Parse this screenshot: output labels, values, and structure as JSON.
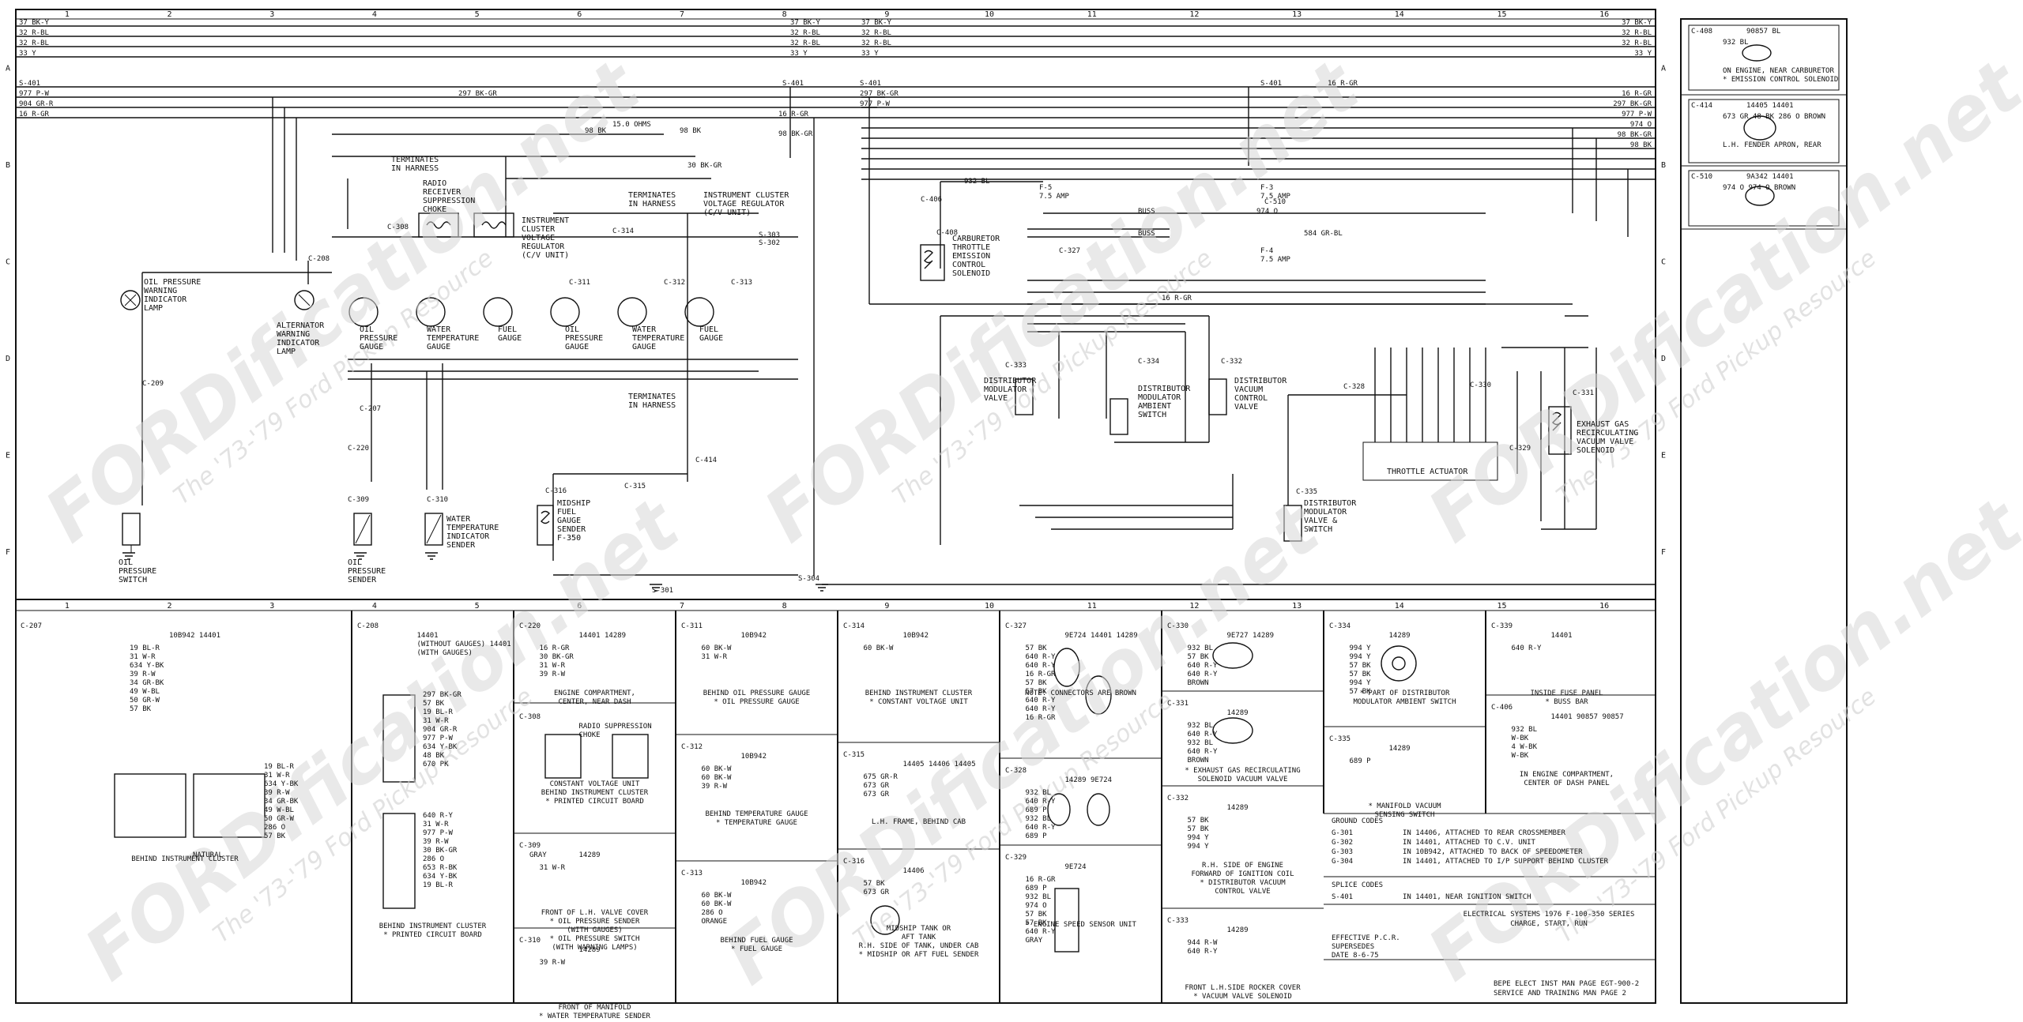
{
  "sheet": {
    "col_numbers": [
      "1",
      "2",
      "3",
      "4",
      "5",
      "6",
      "7",
      "8",
      "9",
      "10",
      "11",
      "12",
      "13",
      "14",
      "15",
      "16"
    ],
    "row_letters": [
      "A",
      "B",
      "C",
      "D",
      "E",
      "F"
    ]
  },
  "watermark": {
    "text": "FORDification.net",
    "sub": "The '73-'79 Ford Pickup Resource"
  },
  "buses": [
    {
      "left": "37 BK-Y",
      "right": "37 BK-Y"
    },
    {
      "left": "32 R-BL",
      "right": "32 R-BL"
    },
    {
      "left": "32 R-BL",
      "right": "32 R-BL"
    },
    {
      "left": "33 Y",
      "right": "33 Y"
    }
  ],
  "left_feeds": [
    "S-401",
    "977 P-W",
    "904 GR-R",
    "16 R-GR"
  ],
  "right_feeds": [
    "16 R-GR",
    "297 BK-GR",
    "977 P-W",
    "974 O",
    "98 BK-GR",
    "98 BK"
  ],
  "top_labels": {
    "s401a": "S-401",
    "s401b": "S-401",
    "s401c": "S-401",
    "g297a": "297 BK-GR",
    "g297b": "297 BK-GR",
    "p977": "977 P-W",
    "rgr16a": "16 R-GR",
    "rgr16b": "16 R-GR",
    "rgr16c": "16 R-GR",
    "ohms": "15.0 OHMS",
    "bk98a": "98 BK",
    "bk98b": "98 BK",
    "bkgr30": "30 BK-GR",
    "bkgr98": "98 BK-GR",
    "bl932": "932 BL",
    "o974": "974 O",
    "grbl584": "584 GR-BL",
    "buss1": "BUSS",
    "buss2": "BUSS",
    "amp1": "F-5\n7.5 AMP",
    "amp2": "F-3\n7.5 AMP",
    "amp3": "F-4\n7.5 AMP"
  },
  "components": [
    {
      "id": "oil-lamp",
      "label": "OIL PRESSURE\nWARNING\nINDICATOR\nLAMP"
    },
    {
      "id": "alt-lamp",
      "label": "ALTERNATOR\nWARNING\nINDICATOR\nLAMP"
    },
    {
      "id": "choke",
      "label": "RADIO\nRECEIVER\nSUPPRESSION\nCHOKE"
    },
    {
      "id": "regulator",
      "label": "INSTRUMENT\nCLUSTER\nVOLTAGE\nREGULATOR\n(C/V UNIT)"
    },
    {
      "id": "icvr",
      "label": "INSTRUMENT CLUSTER\nVOLTAGE REGULATOR\n(C/V UNIT)"
    },
    {
      "id": "oil-gauge",
      "label": "OIL\nPRESSURE\nGAUGE"
    },
    {
      "id": "water-gauge",
      "label": "WATER\nTEMPERATURE\nGAUGE"
    },
    {
      "id": "fuel-gauge",
      "label": "FUEL\nGAUGE"
    },
    {
      "id": "oil-gauge2",
      "label": "OIL\nPRESSURE\nGAUGE"
    },
    {
      "id": "water-gauge2",
      "label": "WATER\nTEMPERATURE\nGAUGE"
    },
    {
      "id": "fuel-gauge2",
      "label": "FUEL\nGAUGE"
    },
    {
      "id": "oil-switch",
      "label": "OIL\nPRESSURE\nSWITCH"
    },
    {
      "id": "oil-sender",
      "label": "OIL\nPRESSURE\nSENDER"
    },
    {
      "id": "water-sender",
      "label": "WATER\nTEMPERATURE\nINDICATOR\nSENDER"
    },
    {
      "id": "midship",
      "label": "MIDSHIP\nFUEL\nGAUGE\nSENDER\nF-350"
    },
    {
      "id": "carb",
      "label": "CARBURETOR\nTHROTTLE\nEMISSION\nCONTROL\nSOLENOID"
    },
    {
      "id": "dist-mod",
      "label": "DISTRIBUTOR\nMODULATOR\nVALVE"
    },
    {
      "id": "dist-amb",
      "label": "DISTRIBUTOR\nMODULATOR\nAMBIENT\nSWITCH"
    },
    {
      "id": "dist-vac",
      "label": "DISTRIBUTOR\nVACUUM\nCONTROL\nVALVE"
    },
    {
      "id": "throttle",
      "label": "THROTTLE ACTUATOR"
    },
    {
      "id": "egr",
      "label": "EXHAUST GAS\nRECIRCULATING\nVACUUM VALVE\nSOLENOID"
    },
    {
      "id": "dist-mod2",
      "label": "DISTRIBUTOR\nMODULATOR\nVALVE &\nSWITCH"
    },
    {
      "id": "term1",
      "label": "TERMINATES\nIN HARNESS"
    },
    {
      "id": "term2",
      "label": "TERMINATES\nIN HARNESS"
    },
    {
      "id": "term3",
      "label": "TERMINATES\nIN HARNESS"
    }
  ],
  "connectors": [
    "C-208",
    "C-209",
    "C-207",
    "C-220",
    "C-309",
    "C-310",
    "C-308",
    "C-311",
    "C-312",
    "C-313",
    "C-314",
    "C-315",
    "C-316",
    "C-327",
    "C-328",
    "C-329",
    "C-330",
    "C-331",
    "C-332",
    "C-333",
    "C-334",
    "C-335",
    "C-406",
    "C-408",
    "C-414",
    "C-510",
    "S-302",
    "S-303",
    "S-304",
    "S-301"
  ],
  "side_boxes": [
    {
      "id": "C-408",
      "parts": [
        "90857",
        "BL",
        "932 BL"
      ],
      "caption": "ON ENGINE, NEAR CARBURETOR\n* EMISSION CONTROL SOLENOID"
    },
    {
      "id": "C-414",
      "parts": [
        "14405",
        "14401",
        "673 GR",
        "48 BK",
        "286 O",
        "BROWN"
      ],
      "caption": "L.H. FENDER APRON, REAR"
    },
    {
      "id": "C-510",
      "parts": [
        "9A342",
        "14401",
        "974 O",
        "974 O",
        "BROWN"
      ],
      "caption": ""
    }
  ],
  "bottom_cells": [
    {
      "id": "C-207",
      "title": "C-207",
      "parts": [
        "10B942",
        "14401"
      ],
      "pins_left": [
        "19 BL-R",
        "31 W-R",
        "634 Y-BK",
        "39 R-W",
        "34 GR-BK",
        "49 W-BL",
        "50 GR-W",
        "57 BK"
      ],
      "pins_right": [
        "19 BL-R",
        "31 W-R",
        "634 Y-BK",
        "39 R-W",
        "34 GR-BK",
        "49 W-BL",
        "50 GR-W",
        "286 O",
        "57 BK"
      ],
      "caption": "BEHIND INSTRUMENT CLUSTER",
      "extra": "NATURAL"
    },
    {
      "id": "C-208",
      "title": "C-208",
      "parts": [
        "14401\n(WITHOUT GAUGES)",
        "14401\n(WITH GAUGES)"
      ],
      "pins_a": [
        "297 BK-GR",
        "57 BK",
        "19 BL-R",
        "31 W-R",
        "904 GR-R",
        "977 P-W",
        "634 Y-BK",
        "48 BK",
        "670 PK"
      ],
      "pins_b": [
        "640 R-Y",
        "31 W-R",
        "977 P-W",
        "39 R-W",
        "30 BK-GR",
        "286 O",
        "653 R-BK",
        "634 Y-BK",
        "19 BL-R"
      ],
      "caption": "BEHIND INSTRUMENT CLUSTER\n* PRINTED CIRCUIT BOARD",
      "extra": "GRAY"
    },
    {
      "id": "C-220",
      "title": "C-220",
      "parts": [
        "14401",
        "14289"
      ],
      "pins": [
        "16 R-GR",
        "30 BK-GR",
        "31 W-R",
        "39 R-W"
      ],
      "caption": "ENGINE COMPARTMENT,\nCENTER, NEAR DASH"
    },
    {
      "id": "C-308",
      "title": "C-308",
      "parts": [
        "RADIO SUPPRESSION\nCHOKE"
      ],
      "caption": "CONSTANT VOLTAGE UNIT\nBEHIND INSTRUMENT CLUSTER\n* PRINTED CIRCUIT BOARD"
    },
    {
      "id": "C-309",
      "title": "C-309",
      "parts": [
        "14289"
      ],
      "pins": [
        "31 W-R"
      ],
      "caption": "FRONT OF L.H. VALVE COVER\n* OIL PRESSURE SENDER\n(WITH GAUGES)\n* OIL PRESSURE SWITCH\n(WITH WARNING LAMPS)"
    },
    {
      "id": "C-310",
      "title": "C-310",
      "parts": [
        "14289"
      ],
      "pins": [
        "39 R-W"
      ],
      "caption": "FRONT OF MANIFOLD\n* WATER TEMPERATURE SENDER"
    },
    {
      "id": "C-311",
      "title": "C-311",
      "parts": [
        "10B942"
      ],
      "pins": [
        "60 BK-W",
        "31 W-R"
      ],
      "caption": "BEHIND OIL PRESSURE GAUGE\n* OIL PRESSURE GAUGE"
    },
    {
      "id": "C-312",
      "title": "C-312",
      "parts": [
        "10B942"
      ],
      "pins": [
        "60 BK-W",
        "60 BK-W",
        "39 R-W"
      ],
      "caption": "BEHIND TEMPERATURE GAUGE\n* TEMPERATURE GAUGE"
    },
    {
      "id": "C-313",
      "title": "C-313",
      "parts": [
        "10B942"
      ],
      "pins": [
        "60 BK-W",
        "60 BK-W",
        "286 O",
        "ORANGE"
      ],
      "caption": "BEHIND FUEL GAUGE\n* FUEL GAUGE"
    },
    {
      "id": "C-314",
      "title": "C-314",
      "parts": [
        "10B942"
      ],
      "pins": [
        "60 BK-W"
      ],
      "caption": "BEHIND INSTRUMENT CLUSTER\n* CONSTANT VOLTAGE UNIT"
    },
    {
      "id": "C-315",
      "title": "C-315",
      "parts": [
        "14405",
        "14406",
        "14405"
      ],
      "pins": [
        "675 GR-R",
        "673 GR",
        "673 GR"
      ],
      "caption": "L.H. FRAME, BEHIND CAB"
    },
    {
      "id": "C-316",
      "title": "C-316",
      "parts": [
        "14406"
      ],
      "pins": [
        "57 BK",
        "673 GR"
      ],
      "caption": "MIDSHIP TANK OR\nAFT TANK\nR.H. SIDE OF TANK, UNDER CAB\n* MIDSHIP OR AFT FUEL SENDER"
    },
    {
      "id": "C-327",
      "title": "C-327",
      "parts": [
        "9E724",
        "14401",
        "14289"
      ],
      "pins": [
        "57 BK",
        "640 R-Y",
        "640 R-Y",
        "16 R-GR",
        "57 BK",
        "57 BK",
        "640 R-Y",
        "640 R-Y",
        "16 R-GR"
      ],
      "caption": "NOTE: CONNECTORS ARE BROWN"
    },
    {
      "id": "C-328",
      "title": "C-328",
      "parts": [
        "14289",
        "9E724"
      ],
      "pins": [
        "932 BL",
        "640 R-Y",
        "689 P",
        "932 BL",
        "640 R-Y",
        "689 P"
      ],
      "caption": ""
    },
    {
      "id": "C-329",
      "title": "C-329",
      "parts": [
        "9E724"
      ],
      "pins": [
        "16 R-GR",
        "689 P",
        "932 BL",
        "974 O",
        "57 BK",
        "57 BK",
        "640 R-Y",
        "GRAY"
      ],
      "caption": "* ENGINE SPEED SENSOR UNIT"
    },
    {
      "id": "C-330",
      "title": "C-330",
      "parts": [
        "9E727",
        "14289"
      ],
      "pins": [
        "932 BL",
        "57 BK",
        "640 R-Y",
        "640 R-Y",
        "BROWN"
      ],
      "caption": ""
    },
    {
      "id": "C-331",
      "title": "C-331",
      "parts": [
        "14289"
      ],
      "pins": [
        "932 BL",
        "640 R-Y",
        "932 BL",
        "640 R-Y",
        "BROWN"
      ],
      "caption": "* EXHAUST GAS RECIRCULATING\nSOLENOID VACUUM VALVE"
    },
    {
      "id": "C-332",
      "title": "C-332",
      "parts": [
        "14289"
      ],
      "pins": [
        "57 BK",
        "57 BK",
        "994 Y",
        "994 Y"
      ],
      "caption": "R.H. SIDE OF ENGINE\nFORWARD OF IGNITION COIL\n* DISTRIBUTOR VACUUM\nCONTROL VALVE"
    },
    {
      "id": "C-333",
      "title": "C-333",
      "parts": [
        "14289"
      ],
      "pins": [
        "944 R-W",
        "640 R-Y"
      ],
      "caption": "FRONT L.H.SIDE ROCKER COVER\n* VACUUM VALVE SOLENOID"
    },
    {
      "id": "C-334",
      "title": "C-334",
      "parts": [
        "14289"
      ],
      "pins": [
        "994 Y",
        "994 Y",
        "57 BK",
        "57 BK",
        "994 Y",
        "57 BK"
      ],
      "caption": "* PART OF DISTRIBUTOR\nMODULATOR AMBIENT SWITCH"
    },
    {
      "id": "C-335",
      "title": "C-335",
      "parts": [
        "14289"
      ],
      "pins": [
        "689 P"
      ],
      "caption": "* MANIFOLD VACUUM\nSENSING SWITCH"
    },
    {
      "id": "C-339",
      "title": "C-339",
      "parts": [
        "14401"
      ],
      "pins": [
        "640 R-Y"
      ],
      "caption": "INSIDE FUSE PANEL\n* BUSS BAR"
    },
    {
      "id": "C-406",
      "title": "C-406",
      "parts": [
        "14401",
        "90857",
        "90857"
      ],
      "pins": [
        "932 BL",
        "W-BK",
        "4 W-BK",
        "W-BK"
      ],
      "caption": "IN ENGINE COMPARTMENT,\nCENTER OF DASH PANEL"
    }
  ],
  "ground_codes": {
    "title": "GROUND CODES",
    "rows": [
      {
        "code": "G-301",
        "text": "IN 14406, ATTACHED TO REAR CROSSMEMBER"
      },
      {
        "code": "G-302",
        "text": "IN 14401, ATTACHED TO C.V. UNIT"
      },
      {
        "code": "G-303",
        "text": "IN 10B942, ATTACHED TO BACK OF SPEEDOMETER"
      },
      {
        "code": "G-304",
        "text": "IN 14401, ATTACHED TO I/P SUPPORT BEHIND CLUSTER"
      }
    ]
  },
  "splice_codes": {
    "title": "SPLICE CODES",
    "rows": [
      {
        "code": "S-401",
        "text": "IN 14401, NEAR IGNITION SWITCH"
      }
    ]
  },
  "title_block": {
    "line1": "ELECTRICAL SYSTEMS 1976 F-100-350 SERIES",
    "line2": "CHARGE, START, RUN",
    "eff": "EFFECTIVE P.C.R.",
    "sup": "SUPERSEDES",
    "date": "DATE 8-6-75",
    "ref1": "BEPE ELECT INST MAN PAGE EGT-900-2",
    "ref2": "SERVICE AND TRAINING MAN PAGE 2"
  }
}
